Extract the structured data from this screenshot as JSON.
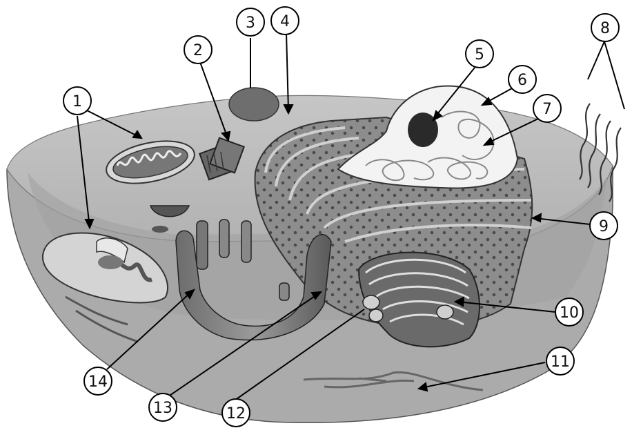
{
  "labels": [
    "1",
    "2",
    "3",
    "4",
    "5",
    "6",
    "7",
    "8",
    "9",
    "10",
    "11",
    "12",
    "13",
    "14"
  ],
  "colors": {
    "outline": "#111111",
    "cell_top": "#bdbdbd",
    "cell_body": "#a7a7a7",
    "cell_wall": "#b8b8b8",
    "organelle_dark": "#5e5e5e",
    "organelle_mid": "#8a8a8a",
    "nucleus_fill": "#f2f2f2",
    "background": "#ffffff"
  }
}
